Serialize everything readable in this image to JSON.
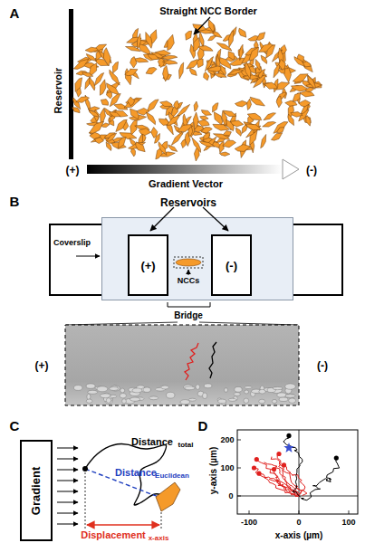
{
  "diagram": {
    "nodes": [
      {
        "text": [
          "Coverslip"
        ]
      },
      {
        "text": [
          "(+)"
        ],
        "in": 0
      },
      {
        "text": [
          "(-)"
        ],
        "in": 0
      },
      {
        "text": [
          "Gradient"
        ]
      }
    ],
    "labels": [
      "A",
      "Straight NCC Border",
      "Reservoir",
      "(+)",
      "Gradient Vector",
      "(-)",
      "B",
      "Reservoirs",
      "NCCs",
      "Bridge",
      "(+)",
      "(-)",
      "C",
      "Distance",
      "total",
      "Distance",
      "Euclidean",
      "Displacement",
      "x-axis",
      "D",
      "y-axis (µm)",
      "x-axis (µm)",
      "200",
      "100",
      "0",
      "-100",
      "0",
      "100"
    ]
  }
}
